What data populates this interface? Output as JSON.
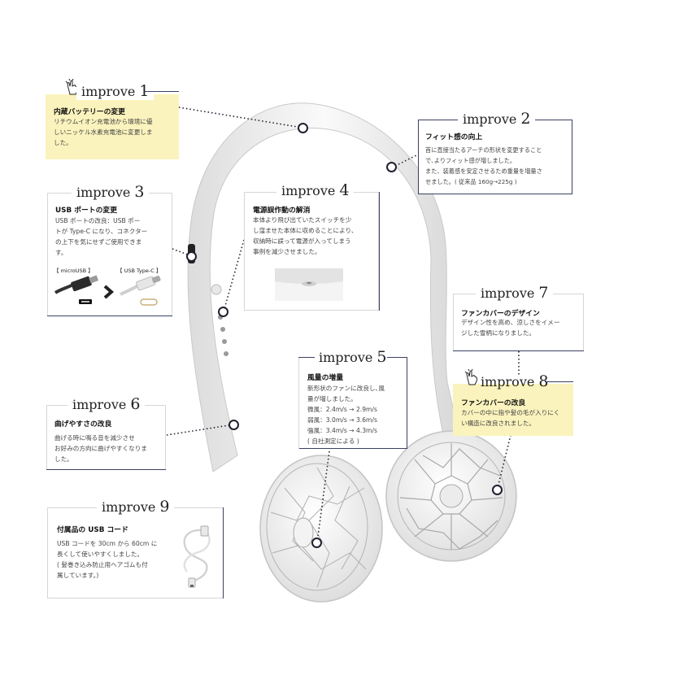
{
  "improvements": [
    {
      "heading": "improve",
      "num": "1",
      "title": "内蔵バッテリーの変更",
      "body": "リチウムイオン充電池から環境に優\nしいニッケル水素充電池に変更しま\nした。"
    },
    {
      "heading": "improve",
      "num": "2",
      "title": "フィット感の向上",
      "body": "首に直接当たるアーチの形状を変更すること\nで､よりフィット感が増しました。\nまた、装着感を安定させるため重量を増量さ\nせました。( 従来品 160g→225g )"
    },
    {
      "heading": "improve",
      "num": "3",
      "title": "USB ポートの変更",
      "body": "USB ポートの改良：USB ポー\nトが Type-C になり、コネクター\nの上下を気にせずご使用できま\nす。"
    },
    {
      "heading": "improve",
      "num": "4",
      "title": "電源誤作動の解消",
      "body": "本体より飛び出ていたスイッチを少\nし窪ませた本体に収めることにより、\n収納時に誤って電源が入ってしまう\n事例を減少させました。"
    },
    {
      "heading": "improve",
      "num": "5",
      "title": "風量の増量",
      "body": "新形状のファンに改良し､風\n量が増しました。\n微風：2.4m/s → 2.9m/s\n弱風：3.0m/s → 3.6m/s\n強風：3.4m/s → 4.3m/s\n( 自社測定による )"
    },
    {
      "heading": "improve",
      "num": "6",
      "title": "曲げやすさの改良",
      "body": "曲げる時に鳴る音を減少させ\nお好みの方向に曲げやすくなりま\nした。"
    },
    {
      "heading": "improve",
      "num": "7",
      "title": "ファンカバーのデザイン",
      "body": "デザイン性を高め、涼しさをイメー\nジした雪柄になりました。"
    },
    {
      "heading": "improve",
      "num": "8",
      "title": "ファンカバーの改良",
      "body": "カバーの中に指や髪の毛が入りにく\nい構造に改良されました。"
    },
    {
      "heading": "improve",
      "num": "9",
      "title": "付属品の USB コード",
      "body": "USB コードを 30cm から 60cm に\n長くして使いやすくしました。\n( 髪巻き込み防止用ヘアゴムも付\n属しています。)"
    }
  ],
  "usb_labels": {
    "old": "【 microUSB 】",
    "new": "【 USB Type-C 】"
  },
  "colors": {
    "highlight": "#fbf3bd",
    "navy": "#3a4160",
    "product": "#f2f2f2"
  },
  "icons": [
    "pointing-hand-icon",
    "arrow-chevron-icon",
    "usb-cable-icon",
    "fan-grille-icon"
  ]
}
